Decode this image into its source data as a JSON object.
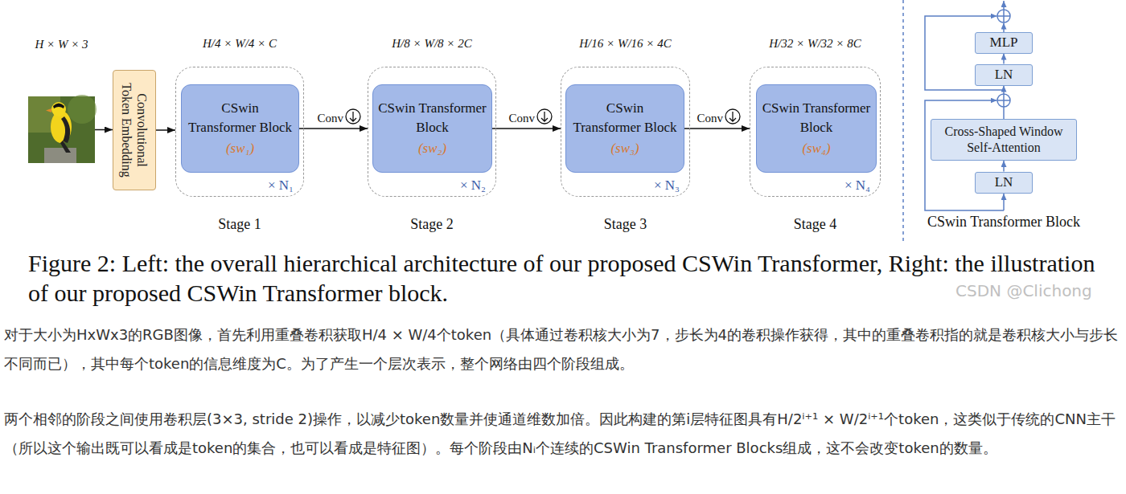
{
  "diagram": {
    "caption": "Figure 2: Left: the overall hierarchical architecture of our proposed CSWin Transformer, Right: the illustration of our proposed CSWin Transformer block.",
    "nodes": [
      {
        "text": [
          "H × W × 3"
        ]
      },
      {
        "text": [
          "Convolutional Token Embedding"
        ]
      },
      {
        "text": [
          "H/4 × W/4 × C",
          "× N₁",
          "Stage 1"
        ]
      },
      {
        "text": [
          "CSwin Transformer Block",
          "(sw₁)"
        ],
        "in": 2
      },
      {
        "text": [
          "H/8 × W/8 × 2C",
          "× N₂",
          "Stage 2"
        ]
      },
      {
        "text": [
          "CSwin Transformer Block",
          "(sw₂)"
        ],
        "in": 4
      },
      {
        "text": [
          "H/16 × W/16 × 4C",
          "× N₃",
          "Stage 3"
        ]
      },
      {
        "text": [
          "CSwin Transformer Block",
          "(sw₃)"
        ],
        "in": 6
      },
      {
        "text": [
          "H/32 × W/32 × 8C",
          "× N₄",
          "Stage 4"
        ]
      },
      {
        "text": [
          "CSwin Transformer Block",
          "(sw₄)"
        ],
        "in": 8
      },
      {
        "text": [
          "MLP"
        ]
      },
      {
        "text": [
          "LN"
        ]
      },
      {
        "text": [
          "Cross-Shaped Window Self-Attention"
        ]
      },
      {
        "text": [
          "LN"
        ]
      }
    ],
    "edges": [
      {
        "from": 0,
        "to": 1,
        "arrow": "to"
      },
      {
        "from": 1,
        "to": 2,
        "arrow": "to"
      },
      {
        "from": 3,
        "to": 4,
        "label": "Conv",
        "arrow": "to"
      },
      {
        "from": 5,
        "to": 6,
        "label": "Conv",
        "arrow": "to"
      },
      {
        "from": 7,
        "to": 8,
        "label": "Conv",
        "arrow": "to"
      },
      {
        "from": 13,
        "to": 12,
        "arrow": "to"
      },
      {
        "from": 12,
        "to": 11,
        "arrow": "to"
      },
      {
        "from": 11,
        "to": 10,
        "arrow": "to"
      }
    ],
    "labels": [
      "CSwin Transformer Block",
      "CSDN @Clichong",
      "对于大小为HxWx3的RGB图像，首先利用重叠卷积获取H/4 × W/4个token（具体通过卷积核大小为7，步长为4的卷积操作获得，其中的重叠卷积指的就是卷积核大小与步长不同而已），其中每个token的信息维度为C。为了产生一个层次表示，整个网络由四个阶段组成。",
      "两个相邻的阶段之间使用卷积层(3×3, stride 2)操作，以减少token数量并使通道维数加倍。因此构建的第i层特征图具有H/2ⁱ⁺¹ × W/2ⁱ⁺¹个token，这类似于传统的CNN主干（所以这个输出既可以看成是token的集合，也可以看成是特征图）。每个阶段由Nᵢ个连续的CSWin Transformer Blocks组成，这不会改变token的数量。"
    ]
  }
}
